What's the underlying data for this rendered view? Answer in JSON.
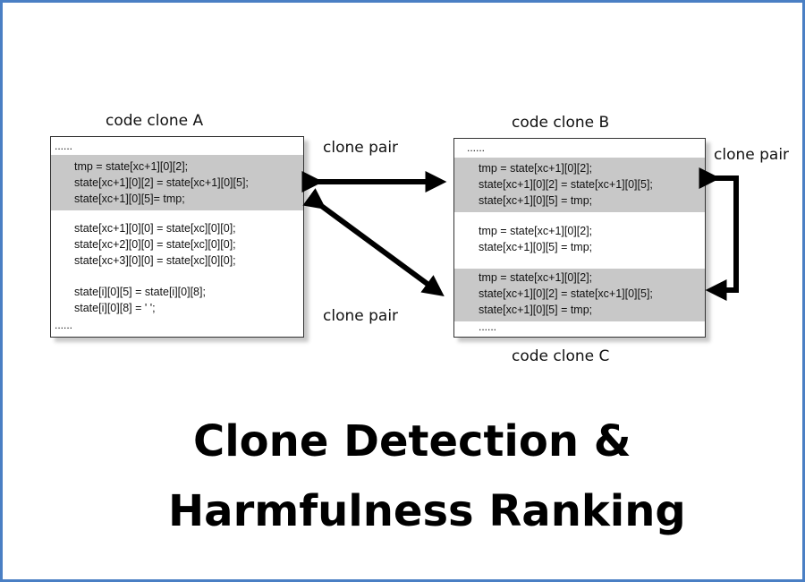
{
  "colors": {
    "frame_border": "#4a7fc4",
    "highlight": "#c8c8c8"
  },
  "labels": {
    "clone_a": "code clone A",
    "clone_b": "code clone B",
    "clone_c": "code clone C",
    "pair_top": "clone pair",
    "pair_bottom": "clone pair",
    "pair_right": "clone pair"
  },
  "panel_a": {
    "dots_top": "......",
    "highlight_lines": [
      "tmp = state[xc+1][0][2];",
      "state[xc+1][0][2] = state[xc+1][0][5];",
      "state[xc+1][0][5]= tmp;"
    ],
    "middle_lines": [
      "state[xc+1][0][0] = state[xc][0][0];",
      "state[xc+2][0][0] = state[xc][0][0];",
      "state[xc+3][0][0] = state[xc][0][0];"
    ],
    "bottom_lines": [
      "state[i][0][5] = state[i][0][8];",
      "state[i][0][8] = ' ';"
    ],
    "dots_bottom": "......"
  },
  "panel_b": {
    "dots_top": "......",
    "highlight_b_lines": [
      "tmp = state[xc+1][0][2];",
      "state[xc+1][0][2] = state[xc+1][0][5];",
      "state[xc+1][0][5] = tmp;"
    ],
    "middle_lines": [
      "tmp = state[xc+1][0][2];",
      "state[xc+1][0][5] = tmp;"
    ],
    "highlight_c_lines": [
      "tmp = state[xc+1][0][2];",
      "state[xc+1][0][2] = state[xc+1][0][5];",
      "state[xc+1][0][5] = tmp;"
    ],
    "dots_bottom": "......"
  },
  "title": {
    "line1": "Clone Detection &",
    "line2": "Harmfulness Ranking"
  }
}
